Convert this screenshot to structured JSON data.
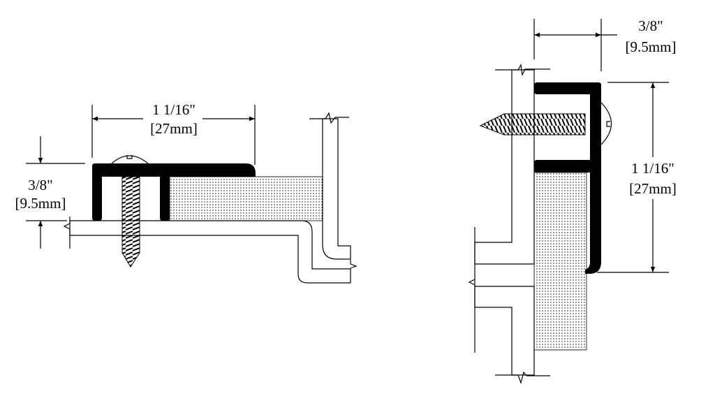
{
  "colors": {
    "profile": "#000000",
    "line": "#000000",
    "background": "#ffffff"
  },
  "left_detail": {
    "width_dim": {
      "inches": "1 1/16\"",
      "mm": "[27mm]"
    },
    "height_dim": {
      "inches": "3/8\"",
      "mm": "[9.5mm]"
    }
  },
  "right_detail": {
    "width_dim": {
      "inches": "3/8\"",
      "mm": "[9.5mm]"
    },
    "height_dim": {
      "inches": "1 1/16\"",
      "mm": "[27mm]"
    }
  }
}
